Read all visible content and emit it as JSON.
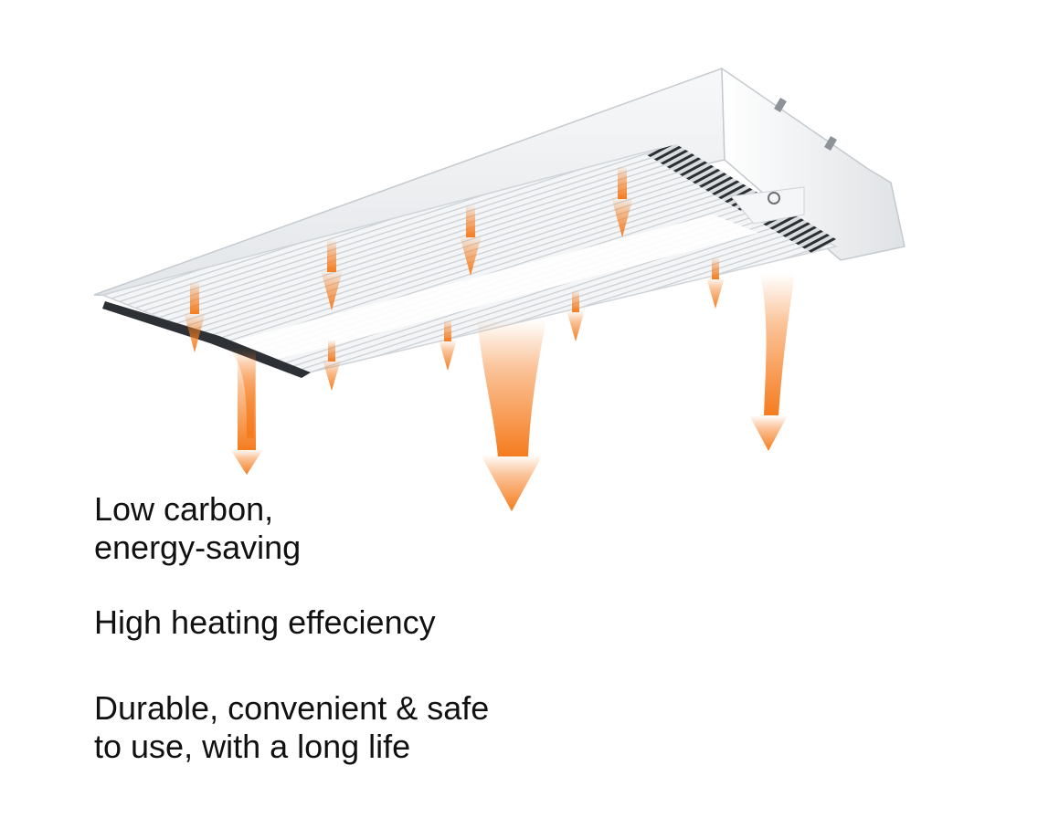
{
  "image": {
    "subject": "ceiling-mounted-heater-icon",
    "accent_color": "#f57c1f",
    "panel_color": "#eef1f3"
  },
  "features": [
    {
      "text": "Low carbon,\nenergy-saving"
    },
    {
      "text": "High heating effeciency"
    },
    {
      "text": "Durable, convenient & safe\nto use, with a long life"
    }
  ]
}
